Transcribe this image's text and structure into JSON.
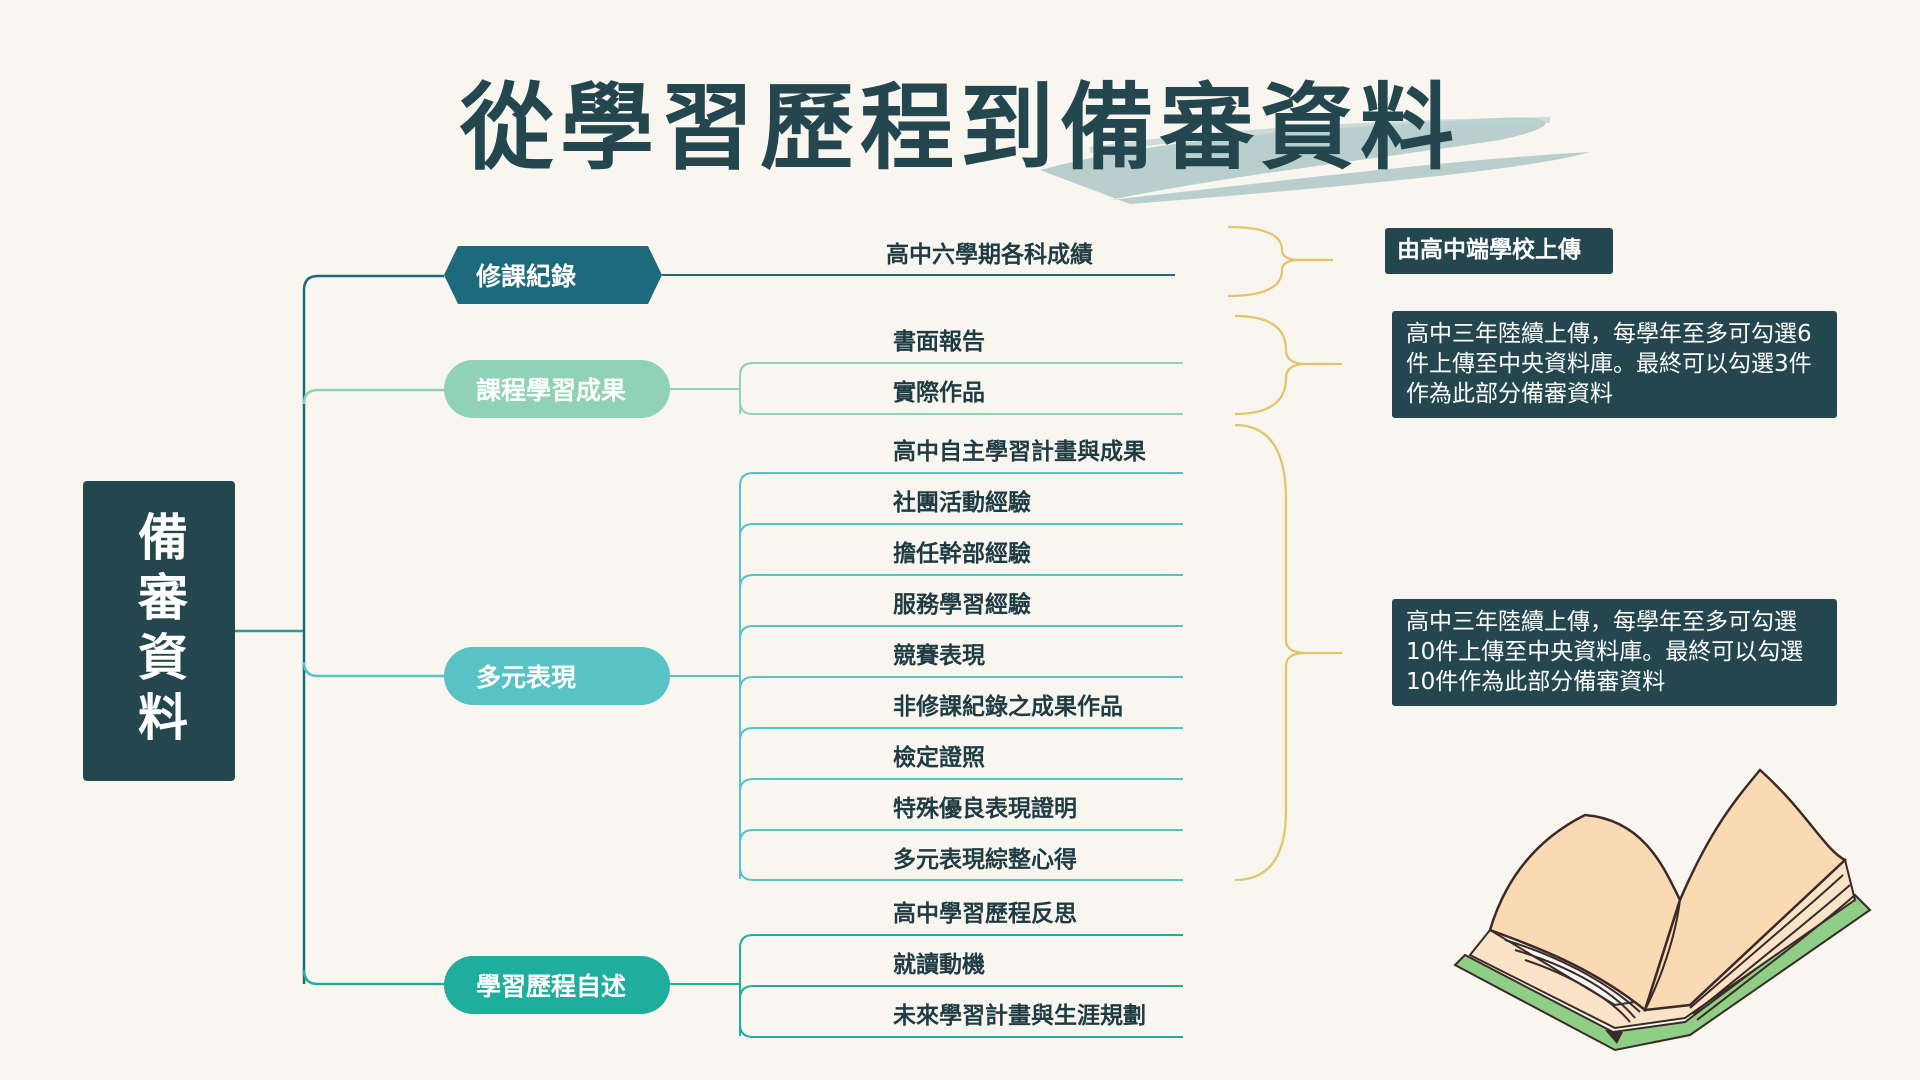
{
  "title": "從學習歷程到備審資料",
  "root": "備審資料",
  "branches": [
    {
      "label": "修課紀錄",
      "items": [
        "高中六學期各科成績"
      ]
    },
    {
      "label": "課程學習成果",
      "items": [
        "書面報告",
        "實際作品"
      ]
    },
    {
      "label": "多元表現",
      "items": [
        "高中自主學習計畫與成果",
        "社團活動經驗",
        "擔任幹部經驗",
        "服務學習經驗",
        "競賽表現",
        "非修課紀錄之成果作品",
        "檢定證照",
        "特殊優良表現證明",
        "多元表現綜整心得"
      ]
    },
    {
      "label": "學習歷程自述",
      "items": [
        "高中學習歷程反思",
        "就讀動機",
        "未來學習計畫與生涯規劃"
      ]
    }
  ],
  "notes": [
    "由高中端學校上傳",
    "高中三年陸續上傳，每學年至多可勾選6件上傳至中央資料庫。最終可以勾選3件作為此部分備審資料",
    "高中三年陸續上傳，每學年至多可勾選10件上傳至中央資料庫。最終可以勾選10件作為此部分備審資料"
  ],
  "colors": {
    "dark": "#24474f",
    "branch_course": "#1d6a7d",
    "branch_outcome": "#8fd2b7",
    "branch_diverse": "#58c2c6",
    "branch_self": "#1fad9d",
    "brace": "#e4c36a",
    "background": "#f8f6ef"
  },
  "illustration": "open-book-icon"
}
